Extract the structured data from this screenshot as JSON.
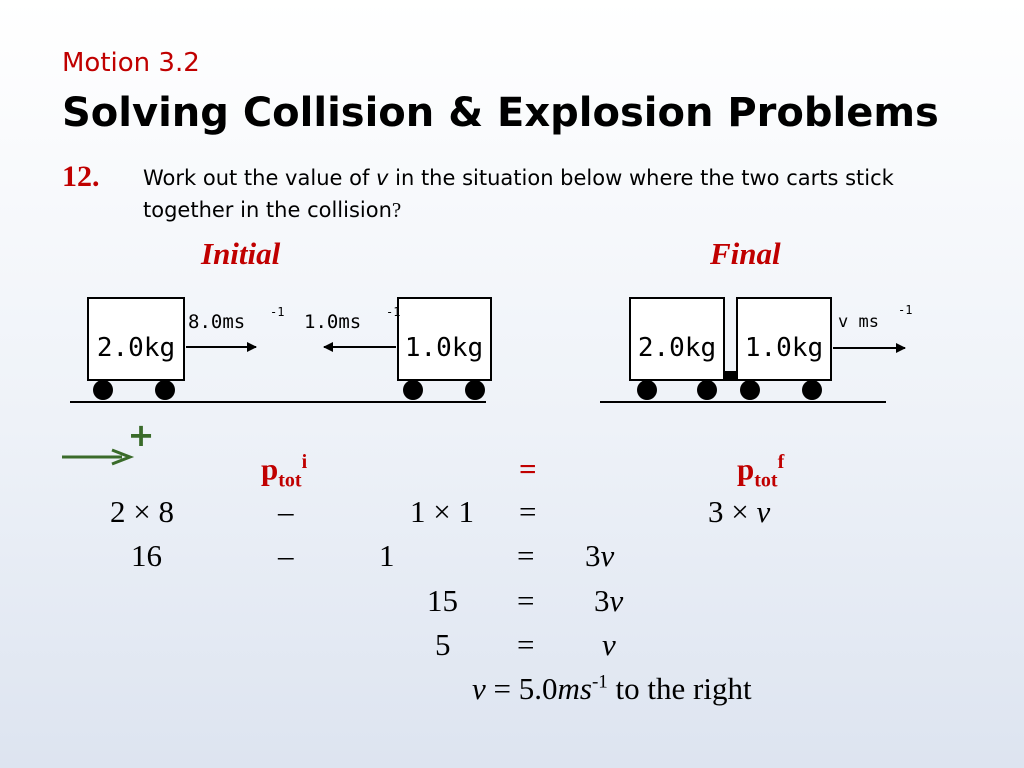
{
  "header": {
    "subtitle": "Motion 3.2",
    "title": "Solving Collision & Explosion Problems"
  },
  "question": {
    "number": "12.",
    "line1_a": "Work out the value of ",
    "var": "v",
    "line1_b": " in the situation below where the two carts stick",
    "line2": "together in the collision",
    "qmark": "?"
  },
  "diagram": {
    "initial_label": "Initial",
    "final_label": "Final",
    "cart_a_mass": "2.0kg",
    "cart_b_mass": "1.0kg",
    "velocity_a": "8.0ms",
    "velocity_b": "1.0ms",
    "velocity_final": "v ms",
    "exp_neg1": "-1",
    "positive_sign": "+"
  },
  "working": {
    "p": "p",
    "tot": "tot",
    "sup_i": "i",
    "sup_f": "f",
    "equals": "=",
    "minus": "–",
    "row1": {
      "a": "2 × 8",
      "b": "1 × 1",
      "c": "3 × ",
      "c_var": "v"
    },
    "row2": {
      "a": "16",
      "b": "1",
      "c": "3",
      "c_var": "v"
    },
    "row3": {
      "b": "15",
      "c": "3",
      "c_var": "v"
    },
    "row4": {
      "b": "5",
      "c_var": "v"
    },
    "answer": {
      "var": "v",
      "eq": " = 5.0",
      "unit": "ms",
      "exp": "-1",
      "tail": " to the right"
    }
  }
}
